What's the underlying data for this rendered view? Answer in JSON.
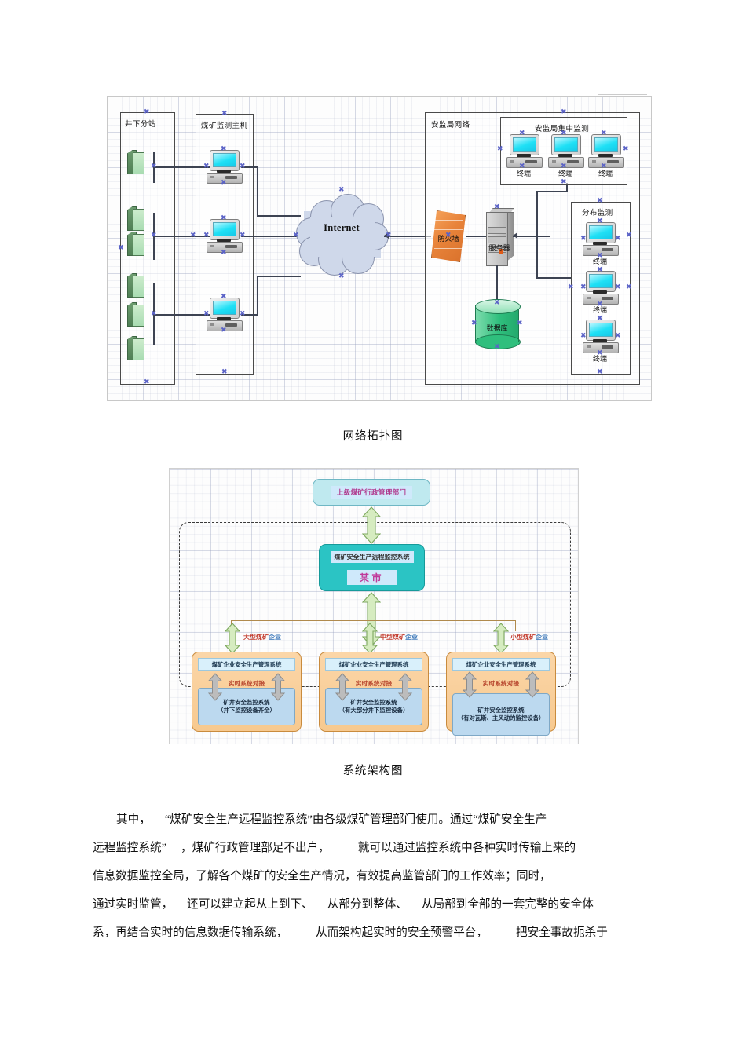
{
  "figure1": {
    "caption": "网络拓扑图",
    "zones": {
      "underground": "井下分站",
      "mine_host": "煤矿监测主机",
      "bureau_network": "安监局网络",
      "bureau_central": "安监局集中监测",
      "distributed": "分布监测"
    },
    "nodes": {
      "internet": "Internet",
      "firewall": "防火墙",
      "server": "服务器",
      "database": "数据库",
      "terminal": "终端"
    },
    "central_terminals": [
      "终端",
      "终端",
      "终端"
    ],
    "distributed_terminals": [
      "终端",
      "终端",
      "终端"
    ],
    "substation_count": 6,
    "mine_host_count": 3,
    "colors": {
      "screen": "#1fe0f5",
      "substation": "#4f8055",
      "firewall": "#e8833a",
      "database": "#2fbf7d",
      "cloud": "#cfd8ea"
    }
  },
  "figure2": {
    "caption": "系统架构图",
    "top_authority": "上级煤矿行政管理部门",
    "center": {
      "title": "煤矿安全生产远程监控系统",
      "city": "某市"
    },
    "columns": [
      {
        "scale_prefix": "大型煤矿",
        "scale_suffix": "企业",
        "enterprise_system": "煤矿企业安全生产管理系统",
        "interface_label": "实时系统对接",
        "mine_system_title": "矿井安全监控系统",
        "mine_system_note": "（井下监控设备齐全）"
      },
      {
        "scale_prefix": "中型煤矿",
        "scale_suffix": "企业",
        "enterprise_system": "煤矿企业安全生产管理系统",
        "interface_label": "实时系统对接",
        "mine_system_title": "矿井安全监控系统",
        "mine_system_note": "（有大部分井下监控设备）"
      },
      {
        "scale_prefix": "小型煤矿",
        "scale_suffix": "企业",
        "enterprise_system": "煤矿企业安全生产管理系统",
        "interface_label": "实时系统对接",
        "mine_system_title": "矿井安全监控系统",
        "mine_system_note": "（有对瓦斯、主风动的监控设备）"
      }
    ],
    "colors": {
      "center_box": "#2bc4c4",
      "top_box": "#bfe9ef",
      "enterprise_box": "#f7c98f",
      "mine_box": "#bcd9ef",
      "arrow_green": "#cfe8b8",
      "arrow_gray": "#b6b6b6"
    }
  },
  "body": {
    "line1_a": "其中，",
    "line1_b": "“煤矿安全生产远程监控系统”由各级煤矿管理部门使用。通过“煤矿安全生产",
    "line2_a": "远程监控系统”",
    "line2_b": "，煤矿行政管理部足不出户，",
    "line2_c": "就可以通过监控系统中各种实时传输上来的",
    "line3": "信息数据监控全局，了解各个煤矿的安全生产情况，有效提高监管部门的工作效率；同时，",
    "line4_a": "通过实时监管，",
    "line4_b": "还可以建立起从上到下、",
    "line4_c": "从部分到整体、",
    "line4_d": "从局部到全部的一套完整的安全体",
    "line5_a": "系，再结合实时的信息数据传输系统，",
    "line5_b": "从而架构起实时的安全预警平台，",
    "line5_c": "把安全事故扼杀于"
  }
}
